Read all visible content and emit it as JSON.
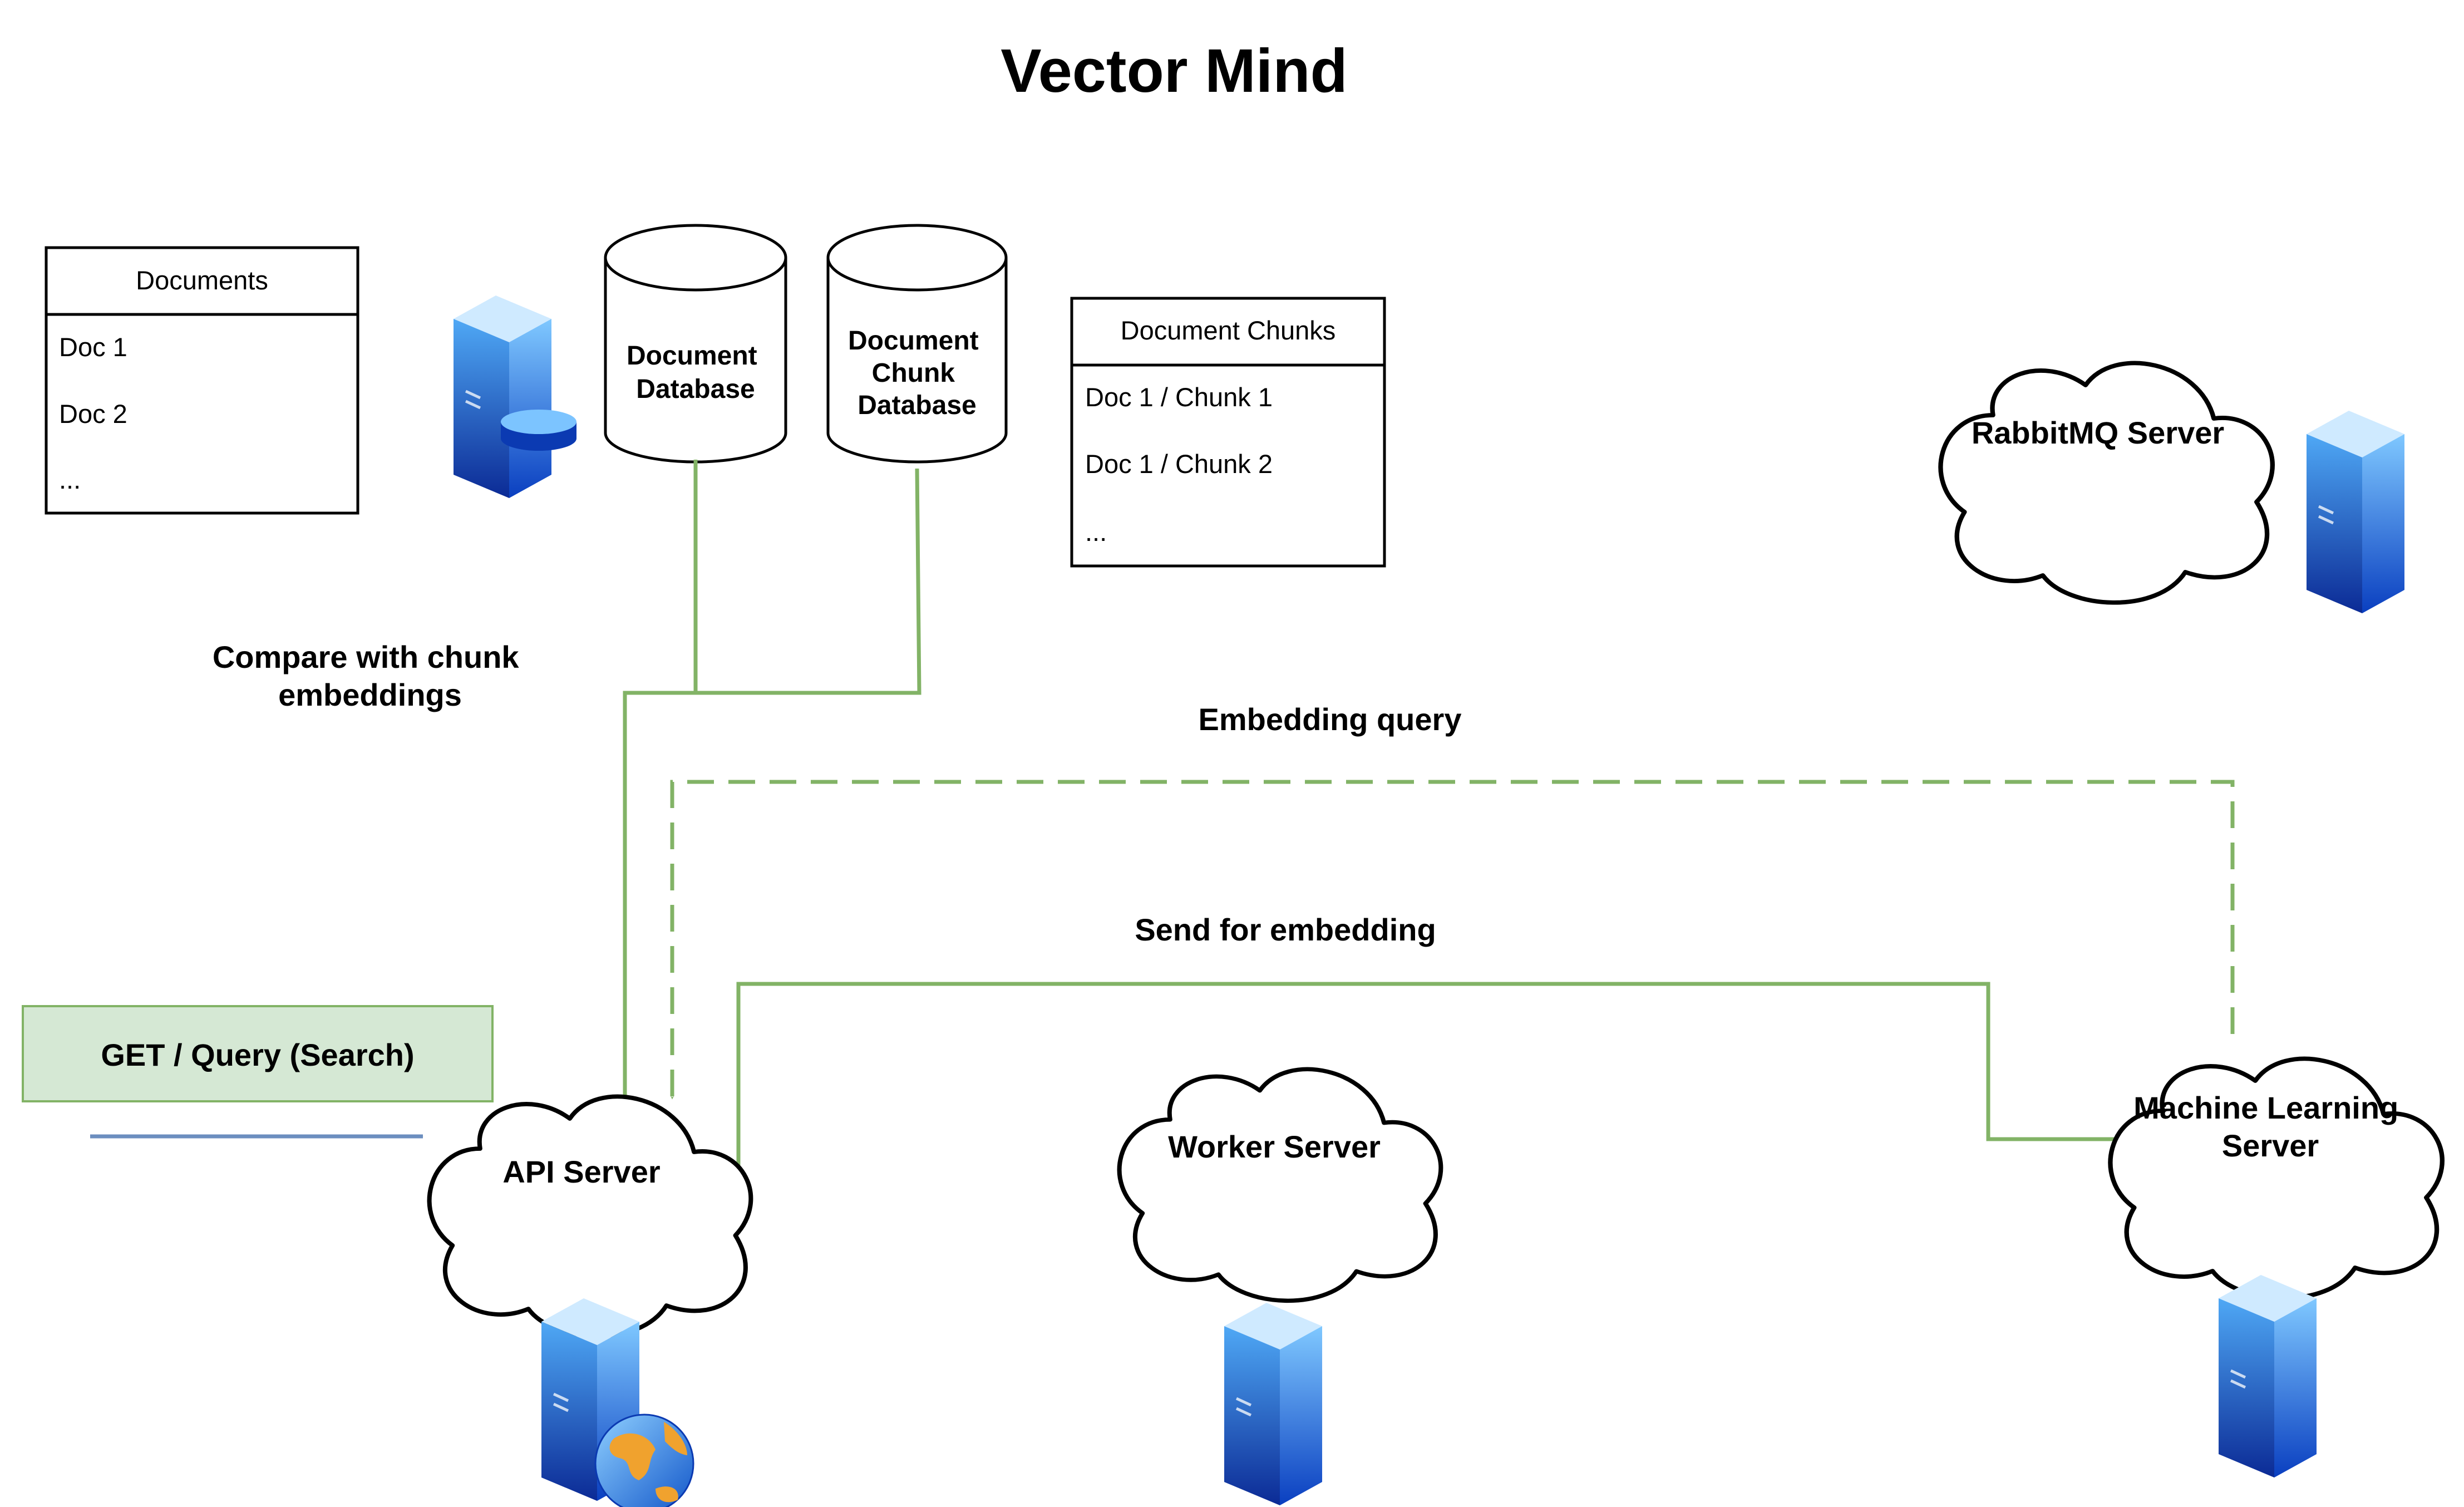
{
  "title": "Vector Mind",
  "documents_table": {
    "header": "Documents",
    "rows": [
      "Doc 1",
      "Doc 2",
      "..."
    ]
  },
  "chunks_table": {
    "header": "Document Chunks",
    "rows": [
      "Doc 1 / Chunk 1",
      "Doc 1 / Chunk 2",
      "..."
    ]
  },
  "databases": {
    "document_db": [
      "Document",
      "Database"
    ],
    "chunk_db": [
      "Document",
      "Chunk",
      "Database"
    ]
  },
  "servers": {
    "api": "API Server",
    "worker": "Worker Server",
    "ml": [
      "Machine Learning",
      "Server"
    ],
    "rabbitmq": "RabbitMQ Server"
  },
  "request_box": "GET / Query (Search)",
  "edge_labels": {
    "compare": [
      "Compare with chunk",
      "embeddings"
    ],
    "embedding_query": "Embedding query",
    "send_for_embedding": "Send for embedding"
  },
  "colors": {
    "flow_green": "#82b366",
    "request_blue": "#6c8ebf",
    "request_box_fill": "#d5e8d4",
    "server_blue": "#1f6fe0"
  },
  "icons": [
    "server-database-icon",
    "server-web-icon",
    "server-icon"
  ]
}
